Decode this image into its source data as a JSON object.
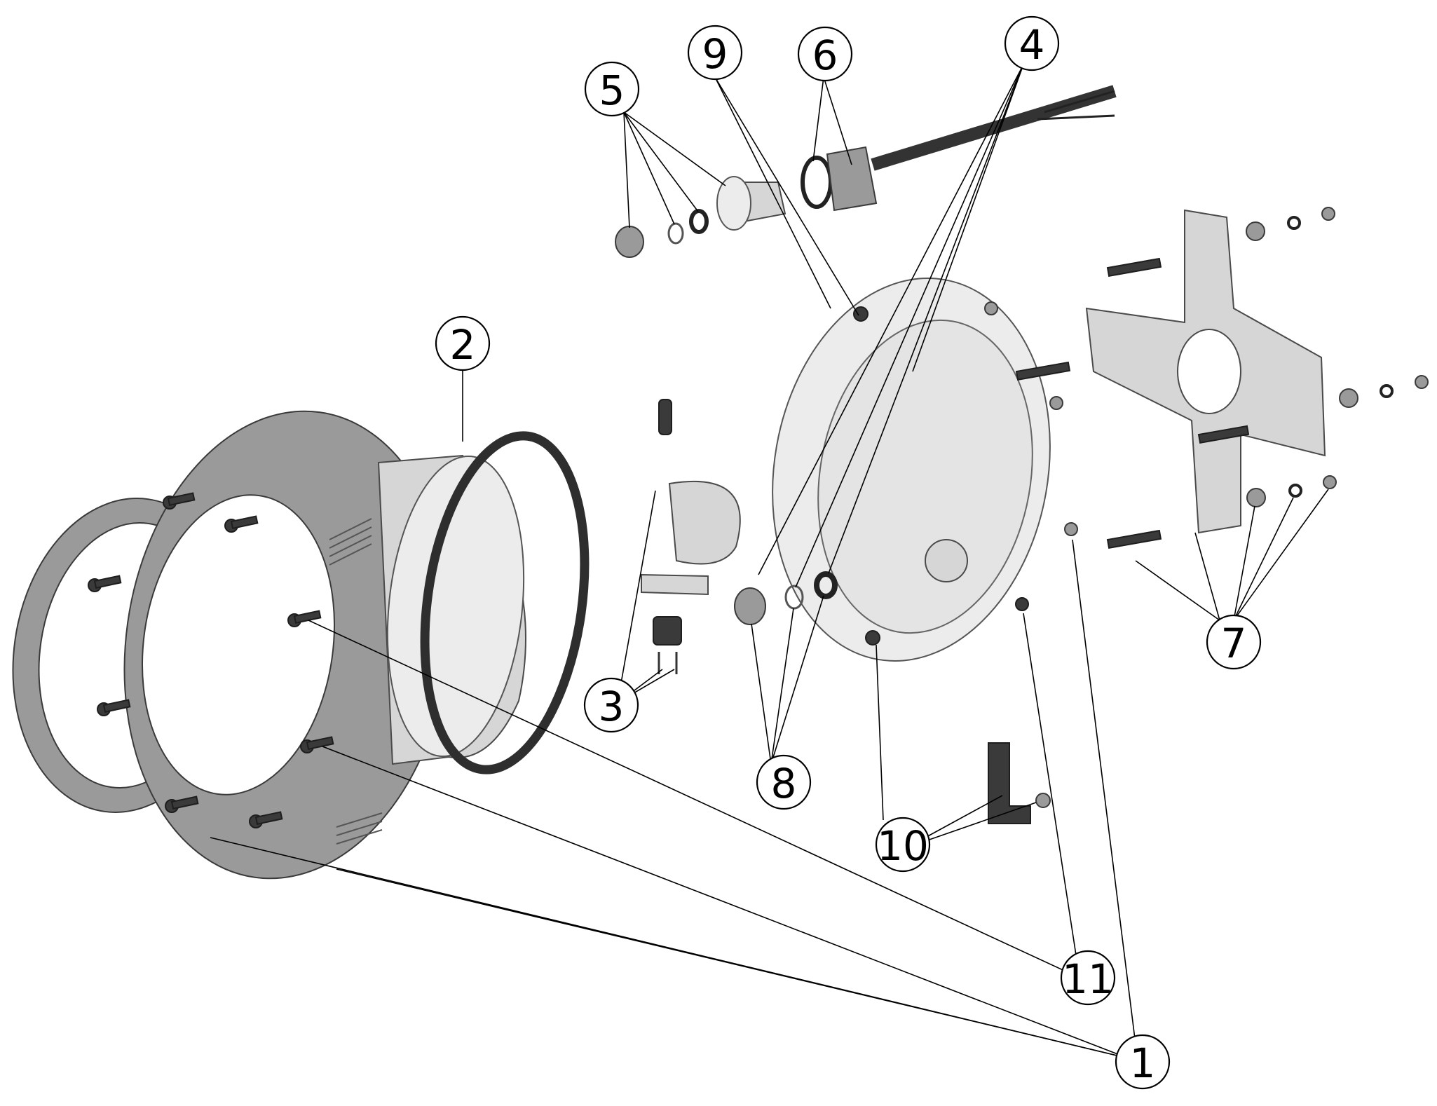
{
  "callouts": [
    {
      "id": "1",
      "label": "1"
    },
    {
      "id": "2",
      "label": "2"
    },
    {
      "id": "3",
      "label": "3"
    },
    {
      "id": "4",
      "label": "4"
    },
    {
      "id": "5",
      "label": "5"
    },
    {
      "id": "6",
      "label": "6"
    },
    {
      "id": "7",
      "label": "7"
    },
    {
      "id": "8",
      "label": "8"
    },
    {
      "id": "9",
      "label": "9"
    },
    {
      "id": "10",
      "label": "10"
    },
    {
      "id": "11",
      "label": "11"
    }
  ],
  "colors": {
    "ink": "#000000",
    "dark_part": "#3a3a3a",
    "mid_part": "#9a9a9a",
    "light_part": "#d6d6d6",
    "background": "#ffffff"
  }
}
